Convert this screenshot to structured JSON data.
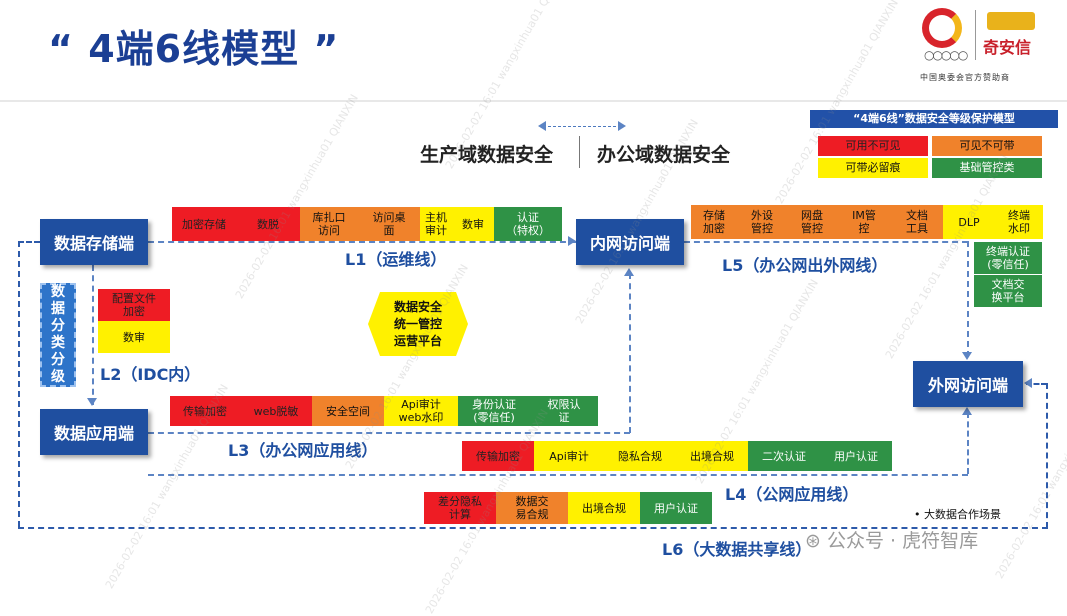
{
  "title": "“ 4端6线模型 ”",
  "logo": {
    "name": "奇安信",
    "subtitle": "中国奥委会官方赞助商",
    "rings": "○○○○○"
  },
  "legend": {
    "title": "“4端6线”数据安全等级保护模型",
    "items": [
      {
        "label": "可用不可见",
        "color": "red"
      },
      {
        "label": "可见不可带",
        "color": "orange"
      },
      {
        "label": "可带必留痕",
        "color": "yellow"
      },
      {
        "label": "基础管控类",
        "color": "green"
      }
    ]
  },
  "domains": {
    "production": "生产域数据安全",
    "office": "办公域数据安全"
  },
  "endpoints": {
    "storage": "数据存储端",
    "internal_access": "内网访问端",
    "application": "数据应用端",
    "external_access": "外网访问端"
  },
  "lines": {
    "l1": "L1（运维线）",
    "l2": "L2（IDC内）",
    "l3": "L3（办公网应用线）",
    "l4": "L4（公网应用线）",
    "l5": "L5（办公网出外网线）",
    "l6": "L6（大数据共享线）"
  },
  "l1_controls": [
    {
      "text": "加密存储",
      "color": "red"
    },
    {
      "text": "数脱",
      "color": "red"
    },
    {
      "text": "库扎口\n访问",
      "color": "orange"
    },
    {
      "text": "访问桌\n面",
      "color": "orange"
    },
    {
      "text": "主机\n审计",
      "color": "yellow"
    },
    {
      "text": "数审",
      "color": "yellow"
    },
    {
      "text": "认证\n（特权）",
      "color": "green"
    }
  ],
  "l2_controls": [
    {
      "text": "配置文件\n加密",
      "color": "red"
    },
    {
      "text": "数审",
      "color": "yellow"
    }
  ],
  "classify_label": [
    "数",
    "据",
    "分",
    "类",
    "分",
    "级"
  ],
  "platform": [
    "数据安全",
    "统一管控",
    "运营平台"
  ],
  "l3_controls": [
    {
      "text": "传输加密",
      "color": "red"
    },
    {
      "text": "web脱敏",
      "color": "red"
    },
    {
      "text": "安全空间",
      "color": "orange"
    },
    {
      "text": "Api审计\nweb水印",
      "color": "yellow"
    },
    {
      "text": "身份认证\n(零信任)",
      "color": "green"
    },
    {
      "text": "权限认\n证",
      "color": "green"
    }
  ],
  "l4_controls": [
    {
      "text": "传输加密",
      "color": "red"
    },
    {
      "text": "Api审计",
      "color": "yellow"
    },
    {
      "text": "隐私合规",
      "color": "yellow"
    },
    {
      "text": "出境合规",
      "color": "yellow"
    },
    {
      "text": "二次认证",
      "color": "green"
    },
    {
      "text": "用户认证",
      "color": "green"
    }
  ],
  "l5_controls": [
    {
      "text": "存储\n加密",
      "color": "orange"
    },
    {
      "text": "外设\n管控",
      "color": "orange"
    },
    {
      "text": "网盘\n管控",
      "color": "orange"
    },
    {
      "text": "IM管\n控",
      "color": "orange"
    },
    {
      "text": "文档\n工具",
      "color": "orange"
    },
    {
      "text": "DLP",
      "color": "yellow"
    },
    {
      "text": "终端\n水印",
      "color": "yellow"
    }
  ],
  "l5_side_controls": [
    {
      "text": "终端认证\n(零信任)",
      "color": "green"
    },
    {
      "text": "文档交\n换平台",
      "color": "green"
    }
  ],
  "l6_controls": [
    {
      "text": "差分隐私\n计算",
      "color": "red"
    },
    {
      "text": "数据交\n易合规",
      "color": "orange"
    },
    {
      "text": "出境合规",
      "color": "yellow"
    },
    {
      "text": "用户认证",
      "color": "green"
    }
  ],
  "bullet_note": "•    大数据合作场景",
  "wechat": "公众号 · 虎符智库",
  "watermark_text": "2026-02-02 16:01 wangxinhua01 QIANXIN"
}
